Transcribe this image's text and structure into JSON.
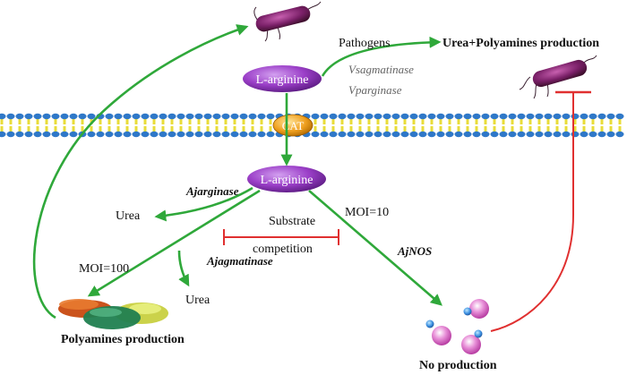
{
  "labels": {
    "pathogens": "Pathogens",
    "urea_polyamines": "Urea+Polyamines production",
    "l_arginine_top": "L-arginine",
    "vsagmatinase": "Vsagmatinase",
    "vparginase": "Vparginase",
    "cat": "CAT",
    "l_arginine_bottom": "L-arginine",
    "ajarginase": "Ajarginase",
    "urea_left": "Urea",
    "substrate": "Substrate",
    "competition": "competition",
    "moi10": "MOI=10",
    "ajnos": "AjNOS",
    "moi100": "MOI=100",
    "ajagmatinase": "Ajagmatinase",
    "urea_bottom": "Urea",
    "polyamines_production": "Polyamines production",
    "no_production": "No production"
  },
  "colors": {
    "arrow": "#2fa83a",
    "inhibition": "#e03030",
    "membrane_head": "#2f78c8",
    "membrane_tail": "#e8dc3a",
    "node": "#9b3fc8",
    "cat": "#f0a020"
  }
}
